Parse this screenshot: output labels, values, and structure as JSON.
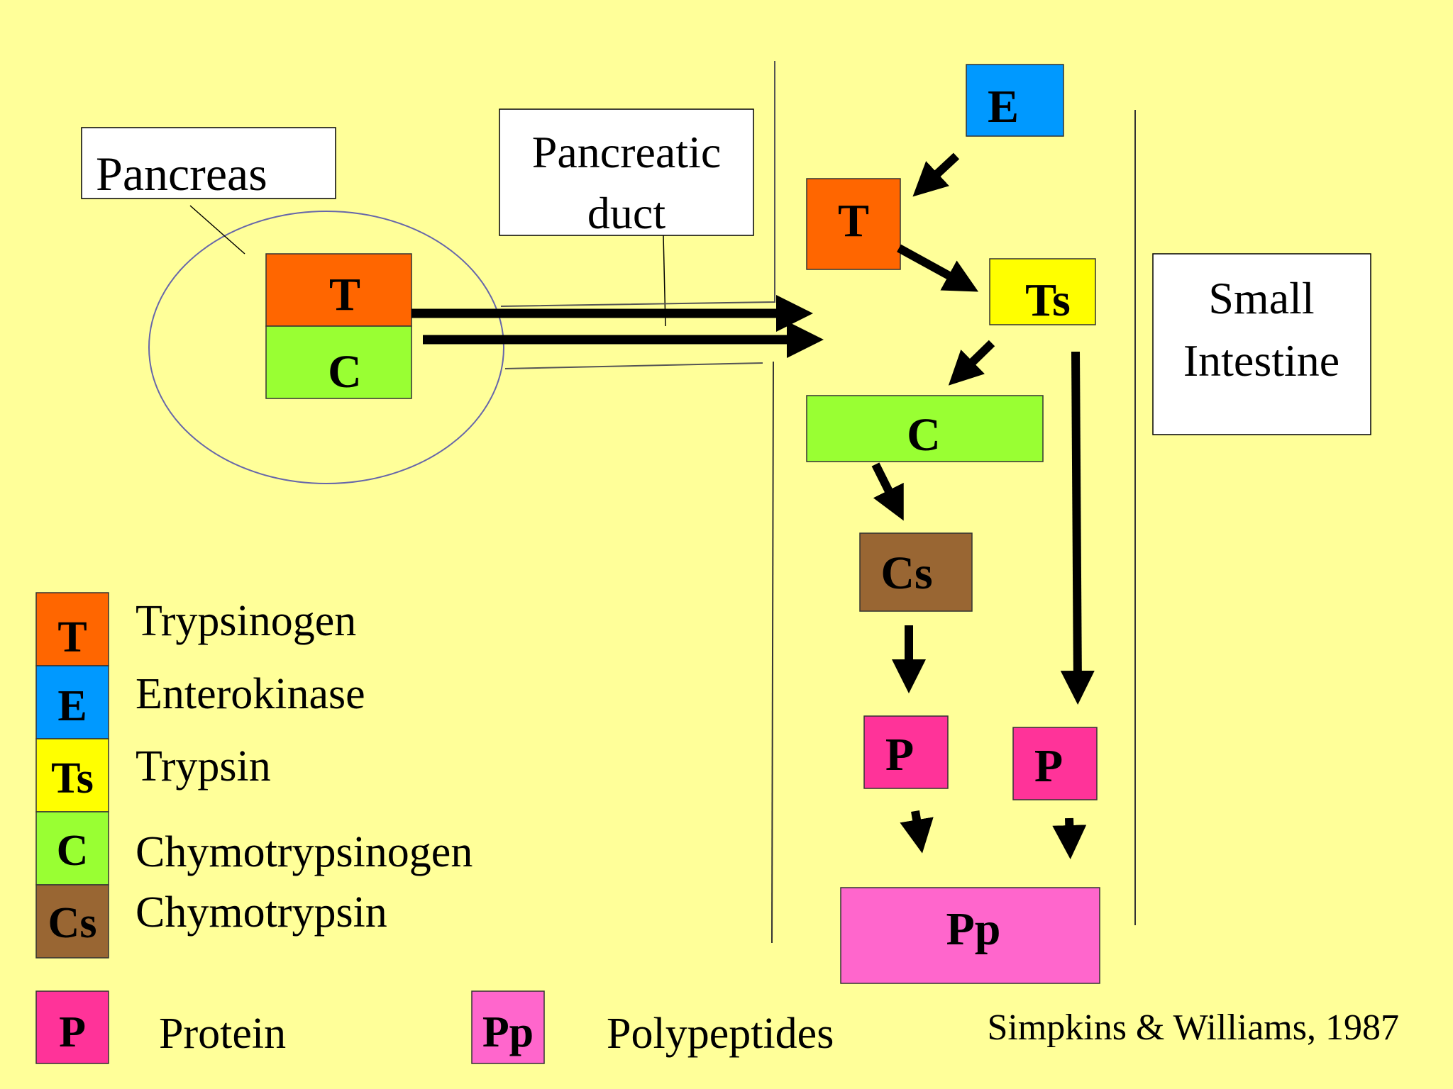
{
  "labels": {
    "pancreas": "Pancreas",
    "duct_line1": "Pancreatic",
    "duct_line2": "duct",
    "intestine_line1": "Small",
    "intestine_line2": "Intestine",
    "citation": "Simpkins & Williams, 1987"
  },
  "boxes": {
    "pancreas_t": "T",
    "pancreas_c": "C",
    "enterokinase": "E",
    "trypsinogen": "T",
    "trypsin": "Ts",
    "chymotrypsinogen": "C",
    "chymotrypsin": "Cs",
    "protein_left": "P",
    "protein_right": "P",
    "polypeptides": "Pp"
  },
  "legend": [
    {
      "code": "T",
      "name": "Trypsinogen",
      "color": "#ff6600"
    },
    {
      "code": "E",
      "name": "Enterokinase",
      "color": "#0099ff"
    },
    {
      "code": "Ts",
      "name": "Trypsin",
      "color": "#ffff00"
    },
    {
      "code": "C",
      "name": "Chymotrypsinogen",
      "color": "#99ff33"
    },
    {
      "code": "Cs",
      "name": "Chymotrypsin",
      "color": "#996633"
    }
  ],
  "bottom_legend": [
    {
      "code": "P",
      "name": "Protein",
      "color": "#ff3399"
    },
    {
      "code": "Pp",
      "name": "Polypeptides",
      "color": "#ff66cc"
    }
  ],
  "colors": {
    "background": "#ffff99",
    "trypsinogen": "#ff6600",
    "enterokinase": "#0099ff",
    "trypsin": "#ffff00",
    "chymotrypsinogen": "#99ff33",
    "chymotrypsin": "#996633",
    "protein": "#ff3399",
    "polypeptides": "#ff66cc"
  }
}
